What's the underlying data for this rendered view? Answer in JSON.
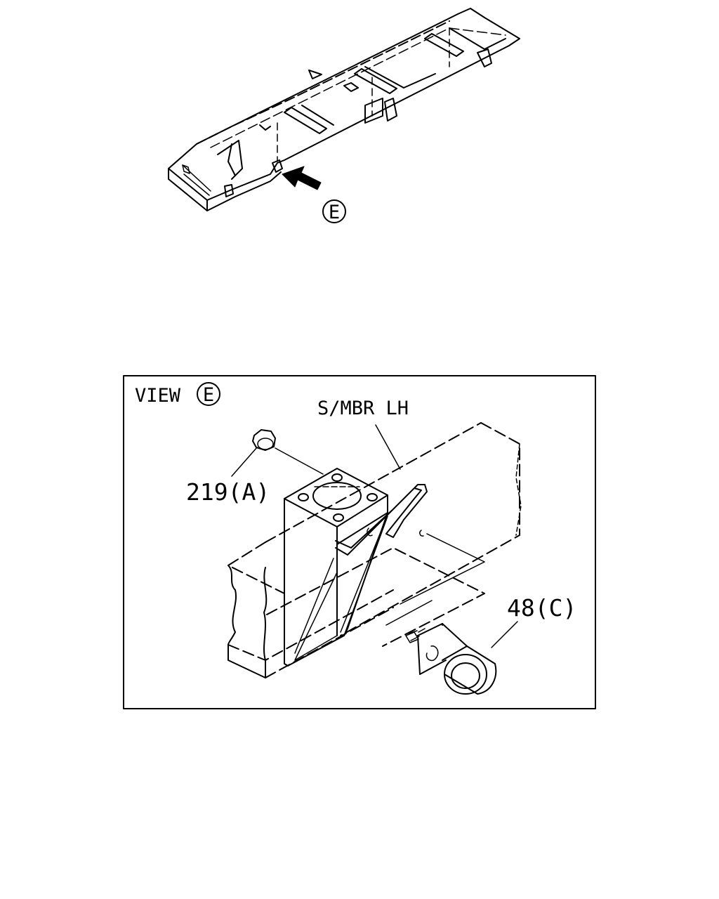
{
  "overview": {
    "view_marker": "E"
  },
  "detail": {
    "view_label": "VIEW",
    "view_marker": "E",
    "parts": {
      "side_member": "S/MBR LH",
      "nut": "219(A)",
      "bushing": "48(C)"
    }
  }
}
